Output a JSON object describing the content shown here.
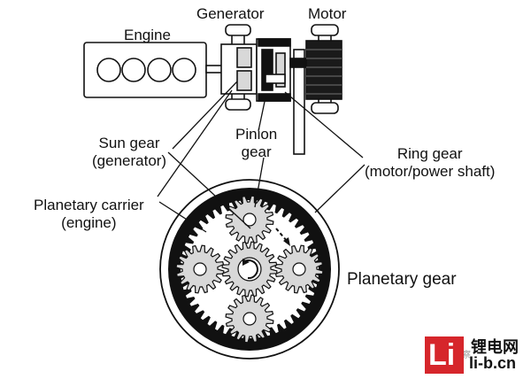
{
  "labels": {
    "generator": "Generator",
    "motor": "Motor",
    "engine": "Engine",
    "pinion_gear_line1": "Pinion",
    "pinion_gear_line2": "gear",
    "sun_gear_line1": "Sun gear",
    "sun_gear_line2": "(generator)",
    "ring_gear_line1": "Ring gear",
    "ring_gear_line2": "(motor/power shaft)",
    "carrier_line1": "Planetary carrier",
    "carrier_line2": "(engine)",
    "planetary_gear": "Planetary gear"
  },
  "logo": {
    "letters": "Li",
    "chinese_text": "锂电网",
    "url_text": "li-b.cn"
  },
  "watermark": {
    "text": "汽车观察"
  },
  "colors": {
    "ink": "#111111",
    "gear_gray": "#d8d8d8",
    "logo_red": "#d6262b"
  }
}
